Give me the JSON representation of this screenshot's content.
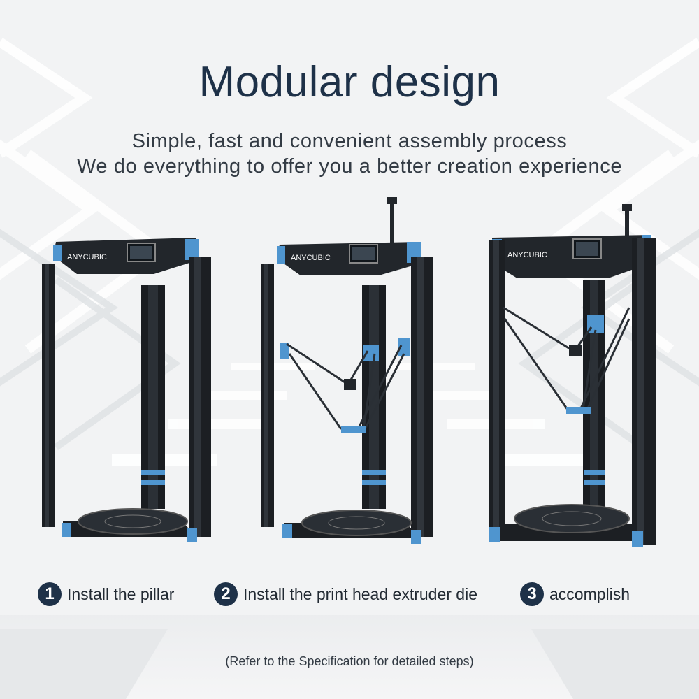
{
  "header": {
    "title": "Modular design",
    "subtitle_line1": "Simple, fast and convenient assembly process",
    "subtitle_line2": "We do everything to offer you a better creation experience"
  },
  "brand": {
    "logo_text": "ANYCUBIC"
  },
  "steps": [
    {
      "number": "1",
      "label": "Install the pillar"
    },
    {
      "number": "2",
      "label": "Install the print head extruder die"
    },
    {
      "number": "3",
      "label": "accomplish"
    }
  ],
  "footer_note": "(Refer to the Specification for detailed steps)",
  "colors": {
    "navy": "#1e3148",
    "frame_black": "#1c1f23",
    "accent_blue": "#4f95cf",
    "background": "#f3f4f5"
  }
}
